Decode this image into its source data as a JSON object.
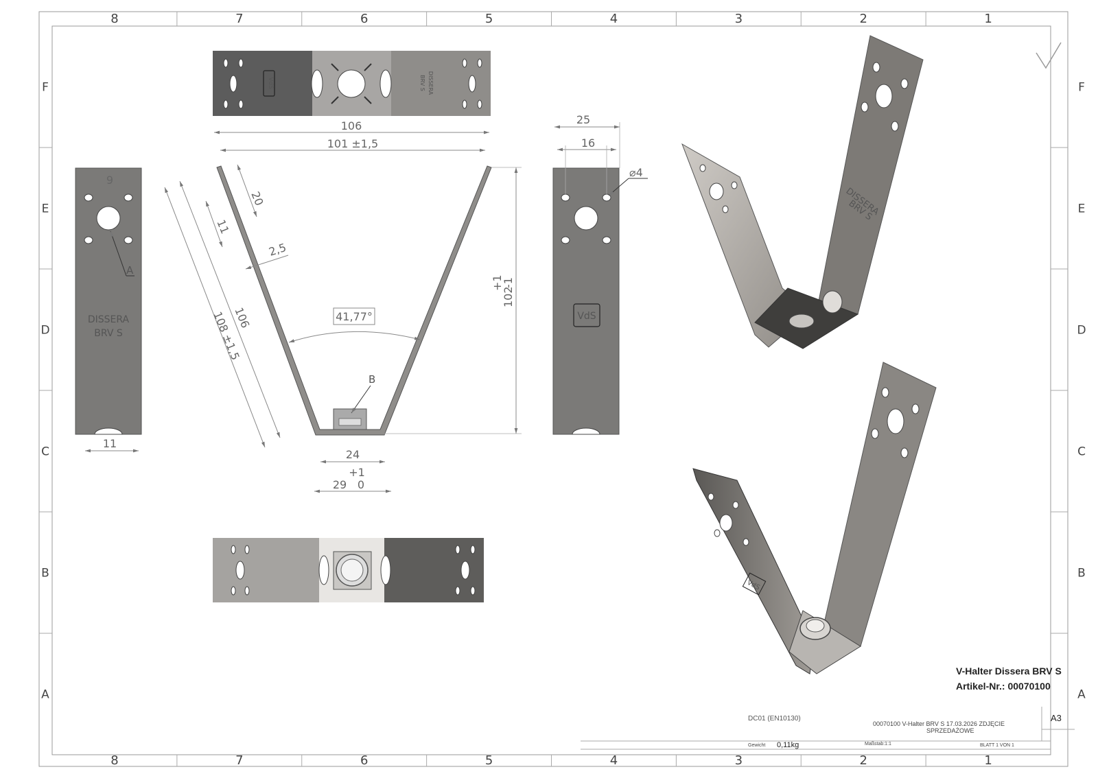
{
  "border": {
    "columns": [
      "8",
      "7",
      "6",
      "5",
      "4",
      "3",
      "2",
      "1"
    ],
    "rows": [
      "F",
      "E",
      "D",
      "C",
      "B",
      "A"
    ]
  },
  "dimensions": {
    "d_106_top": "106",
    "d_101": "101 ±1,5",
    "d_20": "20",
    "d_11_side": "11",
    "d_2_5": "2,5",
    "d_106_side": "106",
    "d_108": "108 ±1,5",
    "angle": "41,77°",
    "d_102": "102",
    "d_102_tol_plus": "+1",
    "d_102_tol_minus": "-1",
    "d_24": "24",
    "d_29": "29",
    "d_29_tol_plus": "+1",
    "d_29_tol_zero": "0",
    "d_9": "9",
    "d_11_bottom": "11",
    "d_25": "25",
    "d_16": "16",
    "hole_dia": "⌀4"
  },
  "callouts": {
    "a": "A",
    "b": "B"
  },
  "part_text": {
    "brand": "DISSERA",
    "model": "BRV S",
    "vds": "VdS"
  },
  "title_block": {
    "title": "V-Halter Dissera BRV S",
    "article": "Artikel-Nr.: 00070100",
    "material": "DC01 (EN10130)",
    "file_line1": "00070100 V-Halter BRV S 17.03.2026 ZDJĘCIE",
    "file_line2": "SPRZEDAŻOWE",
    "sheet_size": "A3",
    "weight_label": "Gewicht",
    "weight_value": "0,11kg",
    "scale_label": "Maßstab:1:1",
    "page_label": "BLATT 1 VON 1"
  }
}
